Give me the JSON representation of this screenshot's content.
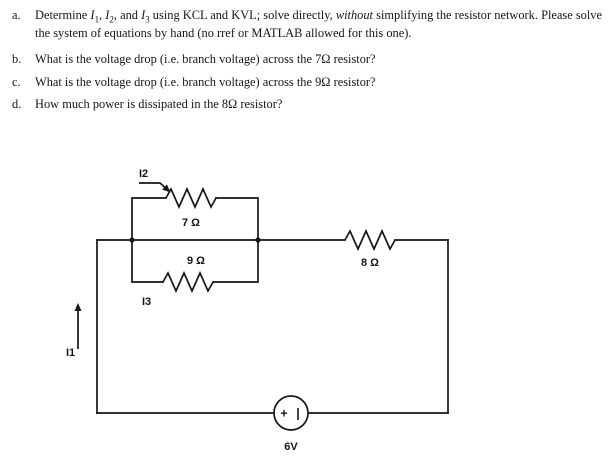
{
  "page": {
    "background": "#ffffff",
    "ink": "#161616"
  },
  "questions": {
    "a": {
      "label": "a.",
      "seg1": "Determine ",
      "i1": "I",
      "sub1": "1",
      "seg2": ", ",
      "i2": "I",
      "sub2": "2",
      "seg3": ", and ",
      "i3": "I",
      "sub3": "3",
      "seg4": " using KCL and KVL; solve directly, ",
      "em": "without",
      "seg5": " simplifying the resistor network. Please solve the system of equations by hand (no rref or MATLAB allowed for this one)."
    },
    "b": {
      "label": "b.",
      "text": "What is the voltage drop (i.e. branch voltage) across the 7Ω resistor?"
    },
    "c": {
      "label": "c.",
      "text": "What is the voltage drop (i.e. branch voltage) across the 9Ω resistor?"
    },
    "d": {
      "label": "d.",
      "text": "How much power is dissipated in the 8Ω resistor?"
    }
  },
  "circuit": {
    "labels": {
      "i1": "I1",
      "i2": "I2",
      "i3": "I3",
      "r7": "7 Ω",
      "r9": "9 Ω",
      "r8": "8 Ω",
      "source": "6V",
      "polarity_plus": "+",
      "polarity_bar": "|"
    }
  }
}
